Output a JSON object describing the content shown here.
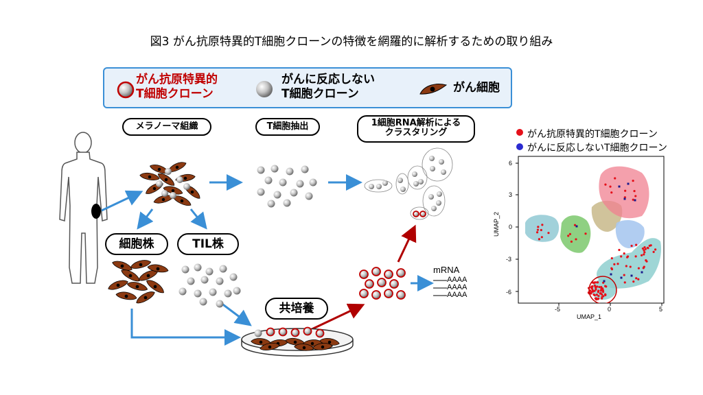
{
  "title": "図3 がん抗原特異的T細胞クローンの特徴を網羅的に解析するための取り組み",
  "legend": {
    "specific_label_line1": "がん抗原特異的",
    "specific_label_line2": "T細胞クローン",
    "nonreactive_label_line1": "がんに反応しない",
    "nonreactive_label_line2": "T細胞クローン",
    "cancer_cell_label": "がん細胞"
  },
  "labels": {
    "melanoma_tissue": "メラノーマ組織",
    "t_cell_extraction": "T細胞抽出",
    "scrna_line1": "1細胞RNA解析による",
    "scrna_line2": "クラスタリング",
    "cell_line": "細胞株",
    "til_line": "TIL株",
    "coculture": "共培養",
    "mrna": "mRNA",
    "polyA": [
      "AAAA",
      "AAAA",
      "AAAA"
    ]
  },
  "umap": {
    "legend_specific": "がん抗原特異的T細胞クローン",
    "legend_nonreactive": "がんに反応しないT細胞クローン",
    "xlabel": "UMAP_1",
    "ylabel": "UMAP_2",
    "xticks": [
      "-5",
      "0",
      "5"
    ],
    "yticks": [
      "6",
      "3",
      "0",
      "-3",
      "-6"
    ]
  },
  "colors": {
    "accent_blue": "#3a8fd6",
    "specific_red": "#c00000",
    "nonreactive_blue": "#2b2bd0",
    "cancer_brown": "#8b3a12"
  }
}
